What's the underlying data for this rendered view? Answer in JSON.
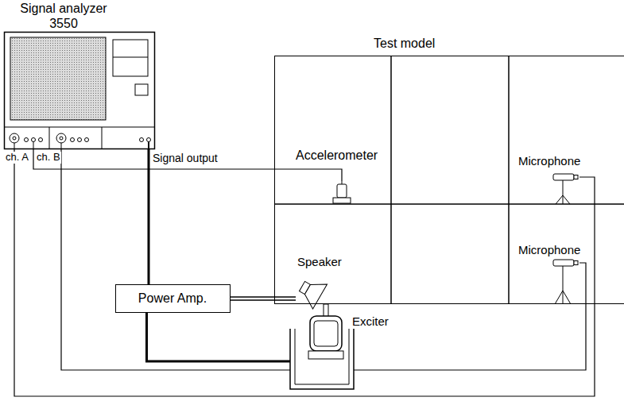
{
  "diagram": {
    "nodes": [
      {
        "text": [
          "Signal analyzer",
          "3550"
        ]
      },
      {
        "text": [
          "Test model"
        ]
      },
      {
        "text": [
          "Accelerometer"
        ],
        "in": 1
      },
      {
        "text": [
          "Microphone"
        ],
        "in": 1
      },
      {
        "text": [
          "Speaker"
        ],
        "in": 1
      },
      {
        "text": [
          "Microphone"
        ],
        "in": 1
      },
      {
        "text": [
          "Power Amp."
        ]
      },
      {
        "text": [
          "Exciter"
        ]
      }
    ],
    "edges": [
      {
        "from": 0,
        "to": 6,
        "label": "Signal output",
        "arrow": "none"
      },
      {
        "from": 6,
        "to": 4,
        "arrow": "none"
      },
      {
        "from": 6,
        "to": 7,
        "arrow": "none"
      },
      {
        "from": 2,
        "to": 0,
        "arrow": "none"
      },
      {
        "from": 3,
        "to": 0,
        "arrow": "none"
      },
      {
        "from": 5,
        "to": 0,
        "arrow": "none"
      }
    ],
    "labels": [
      "ch. A",
      "ch. B"
    ]
  }
}
